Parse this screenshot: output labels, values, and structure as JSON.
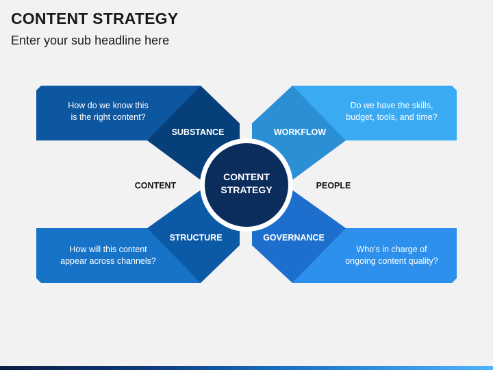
{
  "header": {
    "title": "CONTENT STRATEGY",
    "subtitle": "Enter your sub headline here"
  },
  "center": {
    "line1": "CONTENT",
    "line2": "STRATEGY"
  },
  "sides": {
    "left": "CONTENT",
    "right": "PEOPLE"
  },
  "quadrants": [
    {
      "label": "SUBSTANCE",
      "question_line1": "How do we know this",
      "question_line2": "is the right content?"
    },
    {
      "label": "WORKFLOW",
      "question_line1": "Do we have the skills,",
      "question_line2": "budget, tools, and time?"
    },
    {
      "label": "STRUCTURE",
      "question_line1": "How will this content",
      "question_line2": "appear across channels?"
    },
    {
      "label": "GOVERNANCE",
      "question_line1": "Who's in charge of",
      "question_line2": "ongoing content quality?"
    }
  ],
  "colors": {
    "substance_box": "#0d56a0",
    "substance_diamond": "#063f7a",
    "workflow_box": "#3aaaf2",
    "workflow_diamond": "#2b8fd6",
    "structure_box": "#1673c8",
    "structure_diamond": "#0c5aa6",
    "governance_box": "#2d90ec",
    "governance_diamond": "#1e6fcd",
    "center_circle": "#0a2d5c"
  }
}
